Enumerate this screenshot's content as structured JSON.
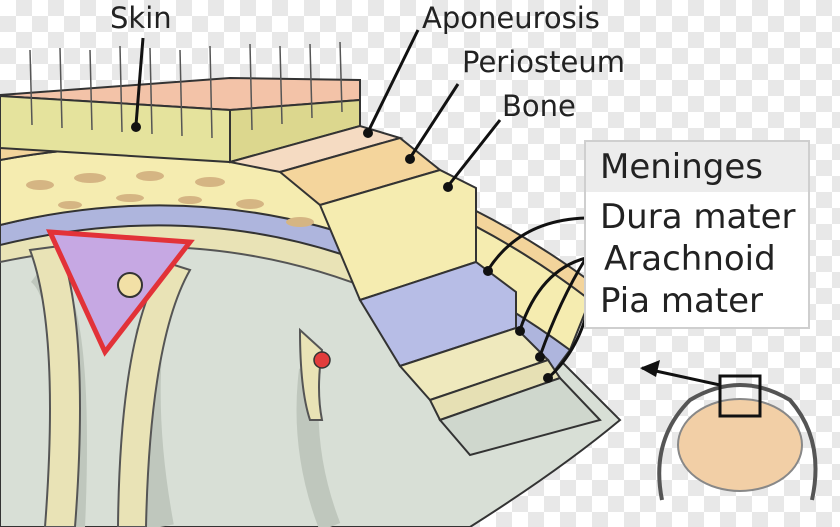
{
  "labels": {
    "skin": "Skin",
    "aponeurosis": "Aponeurosis",
    "periosteum": "Periosteum",
    "bone": "Bone",
    "meninges_title": "Meninges",
    "dura_mater": "Dura mater",
    "arachnoid": "Arachnoid",
    "pia_mater": "Pia mater"
  },
  "colors": {
    "skin": "#f3c7ad",
    "subcutis": "#e7e59f",
    "aponeurosis": "#f4dcc3",
    "periosteum": "#f6d8a0",
    "bone": "#f5ecb0",
    "bone_spots": "#d7b785",
    "dura": "#b9bfe6",
    "arachnoid": "#efeabf",
    "pia": "#e8e2b8",
    "brain": "#d9e0d7",
    "sinus": "#c5a6e3",
    "sinus_border": "#e2323c",
    "vessel": "#e23c3c"
  }
}
